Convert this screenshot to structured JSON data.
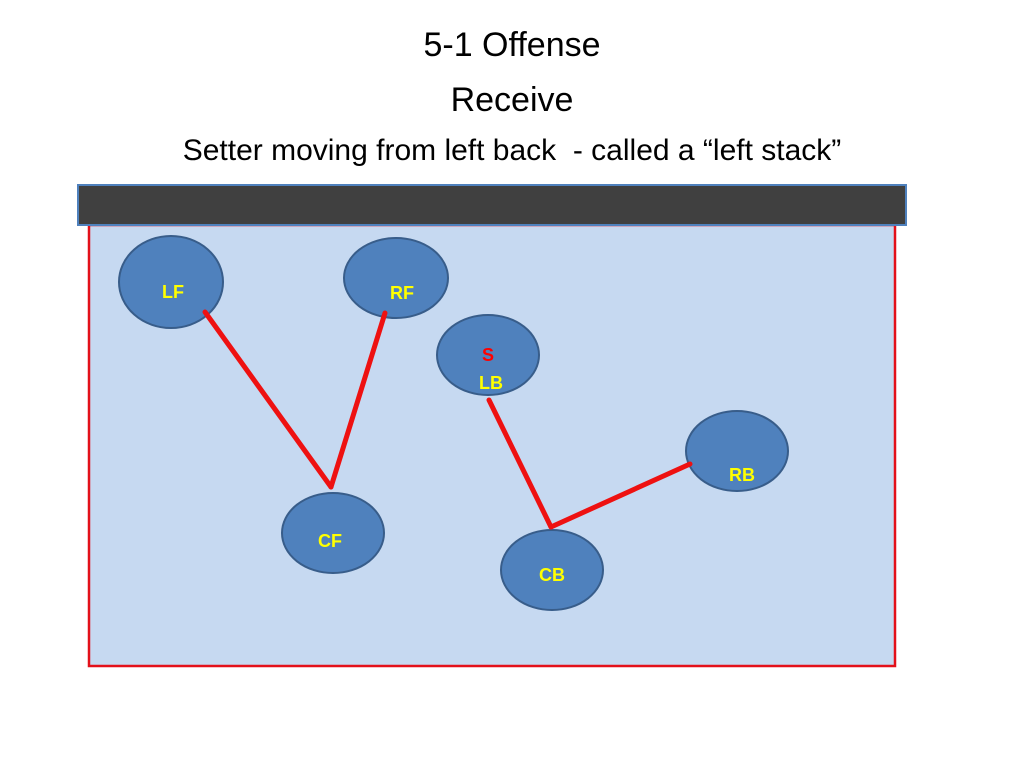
{
  "title": {
    "line1": "5-1 Offense",
    "line2": "Receive",
    "line3": "Setter moving from left back  - called a “left stack”"
  },
  "players": {
    "lf": "LF",
    "rf": "RF",
    "s": "S",
    "lb": "LB",
    "rb": "RB",
    "cf": "CF",
    "cb": "CB"
  },
  "colors": {
    "court_fill": "#c6d9f1",
    "court_border": "#e3101a",
    "net_fill": "#404040",
    "net_border": "#4f81bd",
    "player_fill": "#4f81bd",
    "player_border": "#385d8a",
    "player_label": "#ffff00",
    "setter_label": "#ff0000",
    "connector_line": "#ee1111"
  }
}
